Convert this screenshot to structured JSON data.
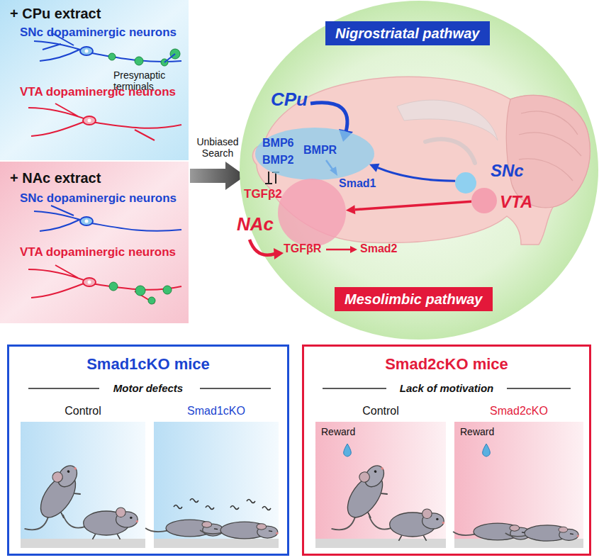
{
  "diagram": {
    "nodes": [
      {
        "text": [
          "+ CPu extract",
          "SNc dopaminergic neurons",
          "Presynaptic terminals",
          "VTA dopaminergic neurons"
        ]
      },
      {
        "text": [
          "+ NAc extract",
          "SNc dopaminergic neurons",
          "VTA dopaminergic neurons"
        ]
      },
      {
        "text": [
          "Nigrostriatal pathway"
        ]
      },
      {
        "text": [
          "CPu",
          "BMP6",
          "BMP2",
          "BMPR"
        ]
      },
      {
        "text": [
          "NAc",
          "TGFβ2"
        ]
      },
      {
        "text": [
          "SNc"
        ]
      },
      {
        "text": [
          "VTA"
        ]
      },
      {
        "text": [
          "Mesolimbic pathway"
        ]
      },
      {
        "text": [
          "Smad1cKO mice",
          "Motor defects"
        ]
      },
      {
        "text": [
          "Control"
        ],
        "in": 8
      },
      {
        "text": [
          "Smad1cKO"
        ],
        "in": 8
      },
      {
        "text": [
          "Smad2cKO mice",
          "Lack of motivation"
        ]
      },
      {
        "text": [
          "Control",
          "Reward"
        ],
        "in": 11
      },
      {
        "text": [
          "Smad2cKO",
          "Reward"
        ],
        "in": 11
      }
    ],
    "edges": [
      {
        "from": 5,
        "to": 3,
        "arrow": "to"
      },
      {
        "from": 6,
        "to": 4,
        "arrow": "to"
      }
    ],
    "labels": [
      "Unbiased Search",
      "Smad1",
      "TGFβR",
      "Smad2"
    ]
  }
}
